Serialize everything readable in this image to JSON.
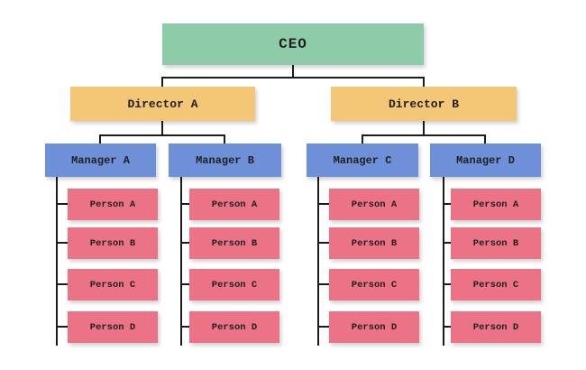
{
  "org": {
    "root": {
      "label": "CEO"
    },
    "branches": [
      {
        "label": "Director A",
        "teams": [
          {
            "label": "Manager A",
            "members": [
              "Person A",
              "Person B",
              "Person C",
              "Person D"
            ]
          },
          {
            "label": "Manager B",
            "members": [
              "Person A",
              "Person B",
              "Person C",
              "Person D"
            ]
          }
        ]
      },
      {
        "label": "Director B",
        "teams": [
          {
            "label": "Manager C",
            "members": [
              "Person A",
              "Person B",
              "Person C",
              "Person D"
            ]
          },
          {
            "label": "Manager D",
            "members": [
              "Person A",
              "Person B",
              "Person C",
              "Person D"
            ]
          }
        ]
      }
    ]
  },
  "colors": {
    "ceo_fill": "#8dcba9",
    "director_fill": "#f4c776",
    "manager_fill": "#6e90d8",
    "person_fill": "#ec7386",
    "line": "#1c1c1c",
    "text": "#1f1f1f",
    "background": "#ffffff"
  }
}
